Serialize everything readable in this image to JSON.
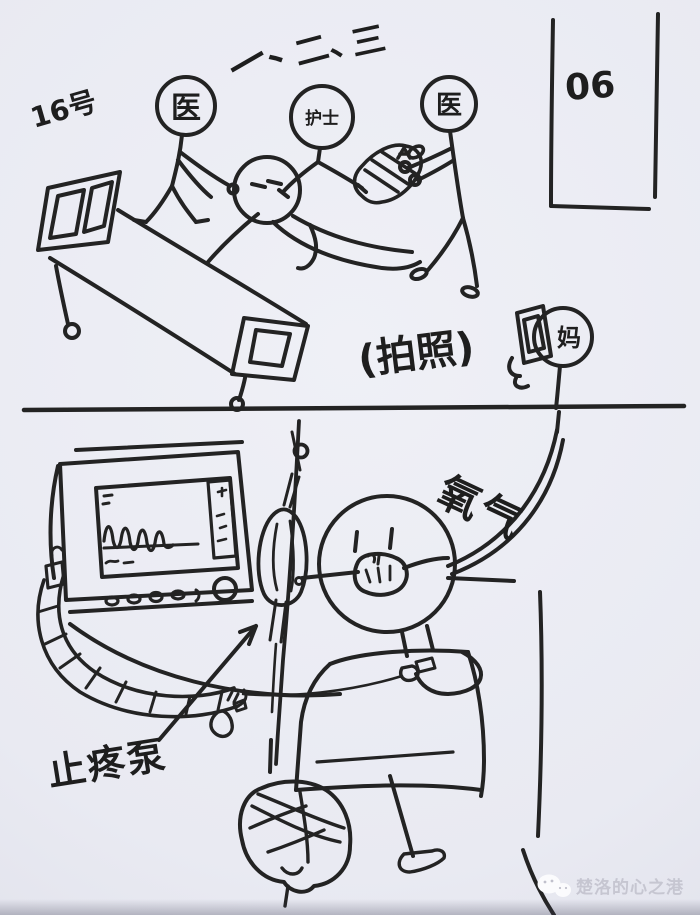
{
  "panel1": {
    "count_marks": [
      "一、",
      "二、",
      "三"
    ],
    "bed_no": "16号",
    "door_no": "06",
    "heads": {
      "doctor_left": "医",
      "nurse": "护士",
      "doctor_right": "医"
    },
    "caption": "(拍照)",
    "mom": "妈"
  },
  "panel2": {
    "oxygen": "氧气",
    "pain_pump": "止疼泵"
  },
  "watermark": {
    "icon": "wechat-icon",
    "text": "楚洛的心之港"
  },
  "colors": {
    "paper": "#e9e9f1",
    "ink": "#232323",
    "watermark_text": "#c6c6d1"
  }
}
